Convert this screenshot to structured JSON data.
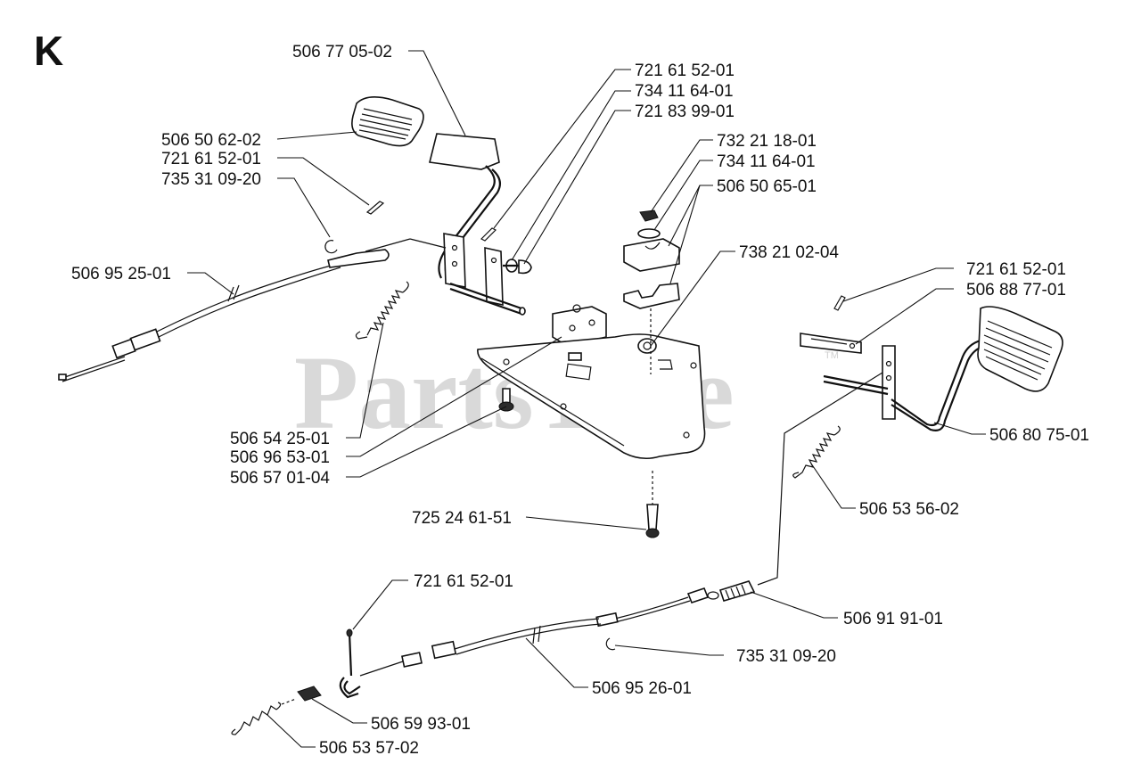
{
  "section_letter": "K",
  "watermark": "PartsTree",
  "watermark_tm": "TM",
  "labels": {
    "p1": "506 77 05-02",
    "p2": "721 61 52-01",
    "p3": "734 11 64-01",
    "p4": "721 83 99-01",
    "p5": "506 50 62-02",
    "p6": "721 61 52-01",
    "p7": "735 31 09-20",
    "p8": "732 21 18-01",
    "p9": "734 11 64-01",
    "p10": "506 50 65-01",
    "p11": "738 21 02-04",
    "p12": "506 95 25-01",
    "p13": "721 61 52-01",
    "p14": "506 88 77-01",
    "p15": "506 54 25-01",
    "p16": "506 96 53-01",
    "p17": "506 57 01-04",
    "p18": "506 80 75-01",
    "p19": "506 53 56-02",
    "p20": "725 24 61-51",
    "p21": "721 61 52-01",
    "p22": "506 91 91-01",
    "p23": "735 31 09-20",
    "p24": "506 95 26-01",
    "p25": "506 59 93-01",
    "p26": "506 53 57-02"
  }
}
